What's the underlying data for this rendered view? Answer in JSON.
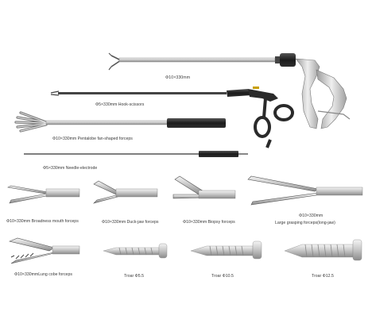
{
  "captions": {
    "grasper": "Φ10×330mm",
    "hook_scissors": "Φ5×330mm  Hook-scissors",
    "fan_forceps": "Φ10×330mm  Pentalobe fan-shaped forceps",
    "needle_electrode": "Φ5×330mm Needle-electrode",
    "broadness_forceps": "Φ10×330mm Broadness mouth forceps",
    "duckjaw_forceps": "Φ10×330mm  Duck-jaw forceps",
    "biopsy_forceps": "Φ10×330mm  Biopsy forceps",
    "large_grasping_size": "Φ10×330mm",
    "large_grasping_name": "Large grasping forceps(long-jaw)",
    "lung_forceps": "Φ10×330mmLung cobe forceps",
    "trocar_55": "Troar Φ5.5",
    "trocar_105": "Troar Φ10.5",
    "trocar_125": "Troar Φ12.5"
  }
}
